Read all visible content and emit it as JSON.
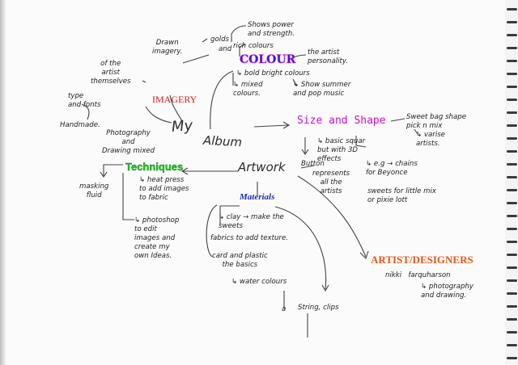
{
  "colors": {
    "colour_fill": "#2f1bd8",
    "colour_outline": "#d63bd6",
    "size_shape": "#c810c8",
    "imagery": "#d21d1d",
    "techniques": "#22cc22",
    "materials": "#1a2bbf",
    "artist_designers": "#e3561b",
    "ink": "#1e1e1e"
  },
  "central": {
    "my": "My",
    "album": "Album",
    "artwork": "Artwork"
  },
  "headings": {
    "colour": "COLOUR",
    "imagery": "IMAGERY",
    "size_shape": "Size and Shape",
    "techniques": "Techniques",
    "materials": "Materials",
    "artist_designers": "ARTIST/DESIGNERS"
  },
  "notes": {
    "shows_power": "Shows power\nand strength.",
    "golds": "golds",
    "and": "and",
    "rich_colours": "rich colours",
    "drawn_imagery": "Drawn\nimagery.",
    "the_artist": "the artist\npersonality.",
    "bold_bright": "↳ bold bright colours",
    "mixed_colours": "↳ mixed\ncolours.",
    "show_summer": "↳ Show summer\nand pop music",
    "of_the_artist": "of the\nartist\nthemselves",
    "type_fonts": "type\nand fonts",
    "handmade": "Handmade.",
    "photography": "Photography\nand\nDrawing mixed",
    "sweet_bag": "Sweet bag shape\npick n mix",
    "varise_artists": "↳ varise\nartists.",
    "basic_square": "↳ basic squar\nbut with 3D\neffects",
    "button": "Button",
    "represents": "represents\nall the\nartists",
    "eg_chains": "↳ e.g → chains\nfor Beyonce",
    "sweets_little_mix": "sweets for little mix\nor pixie lott",
    "heat_press": "↳ heat press\nto add images\nto fabric",
    "masking_fluid": "masking\nfluid",
    "photoshop": "↳ photoshop\nto edit\nimages and\ncreate my\nown Ideas.",
    "clay": "↳ clay → make the\nsweets",
    "fabrics": "fabrics to add texture.",
    "card_plastic": "card and plastic\nthe basics",
    "water_colours": "↳ water colours",
    "string_clips": "String, clips",
    "a": "a",
    "nikki": "nikki   farquharson",
    "photography_drawing": "↳ photography\nand drawing."
  }
}
